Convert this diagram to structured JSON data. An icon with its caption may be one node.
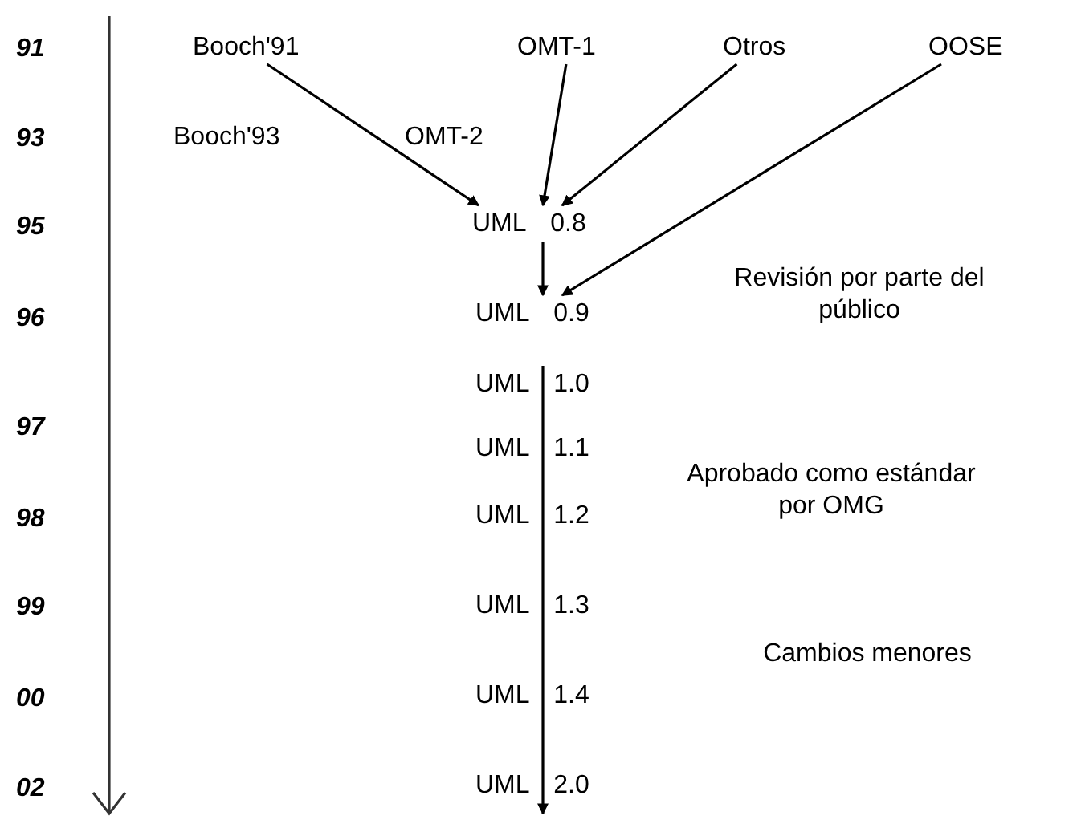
{
  "diagram": {
    "nodes": [
      {
        "text": [
          "Booch'91"
        ]
      },
      {
        "text": [
          "OMT-1"
        ]
      },
      {
        "text": [
          "Otros"
        ]
      },
      {
        "text": [
          "OOSE"
        ]
      },
      {
        "text": [
          "Booch'93"
        ]
      },
      {
        "text": [
          "OMT-2"
        ]
      },
      {
        "text": [
          "UML 0.8"
        ]
      },
      {
        "text": [
          "UML 0.9"
        ]
      },
      {
        "text": [
          "UML 1.0"
        ]
      },
      {
        "text": [
          "UML 1.1"
        ]
      },
      {
        "text": [
          "UML 1.2"
        ]
      },
      {
        "text": [
          "UML 1.3"
        ]
      },
      {
        "text": [
          "UML 1.4"
        ]
      },
      {
        "text": [
          "UML 2.0"
        ]
      }
    ],
    "edges": [
      {
        "from": 0,
        "to": 6,
        "arrow": "to"
      },
      {
        "from": 1,
        "to": 6,
        "arrow": "to"
      },
      {
        "from": 2,
        "to": 6,
        "arrow": "to"
      },
      {
        "from": 6,
        "to": 7,
        "arrow": "to"
      },
      {
        "from": 3,
        "to": 7,
        "arrow": "to"
      },
      {
        "from": 8,
        "to": 13,
        "arrow": "to"
      }
    ],
    "labels": [
      "91",
      "93",
      "95",
      "96",
      "97",
      "98",
      "99",
      "00",
      "02",
      "Revisión por parte del público",
      "Aprobado como estándar por OMG",
      "Cambios menores"
    ]
  }
}
